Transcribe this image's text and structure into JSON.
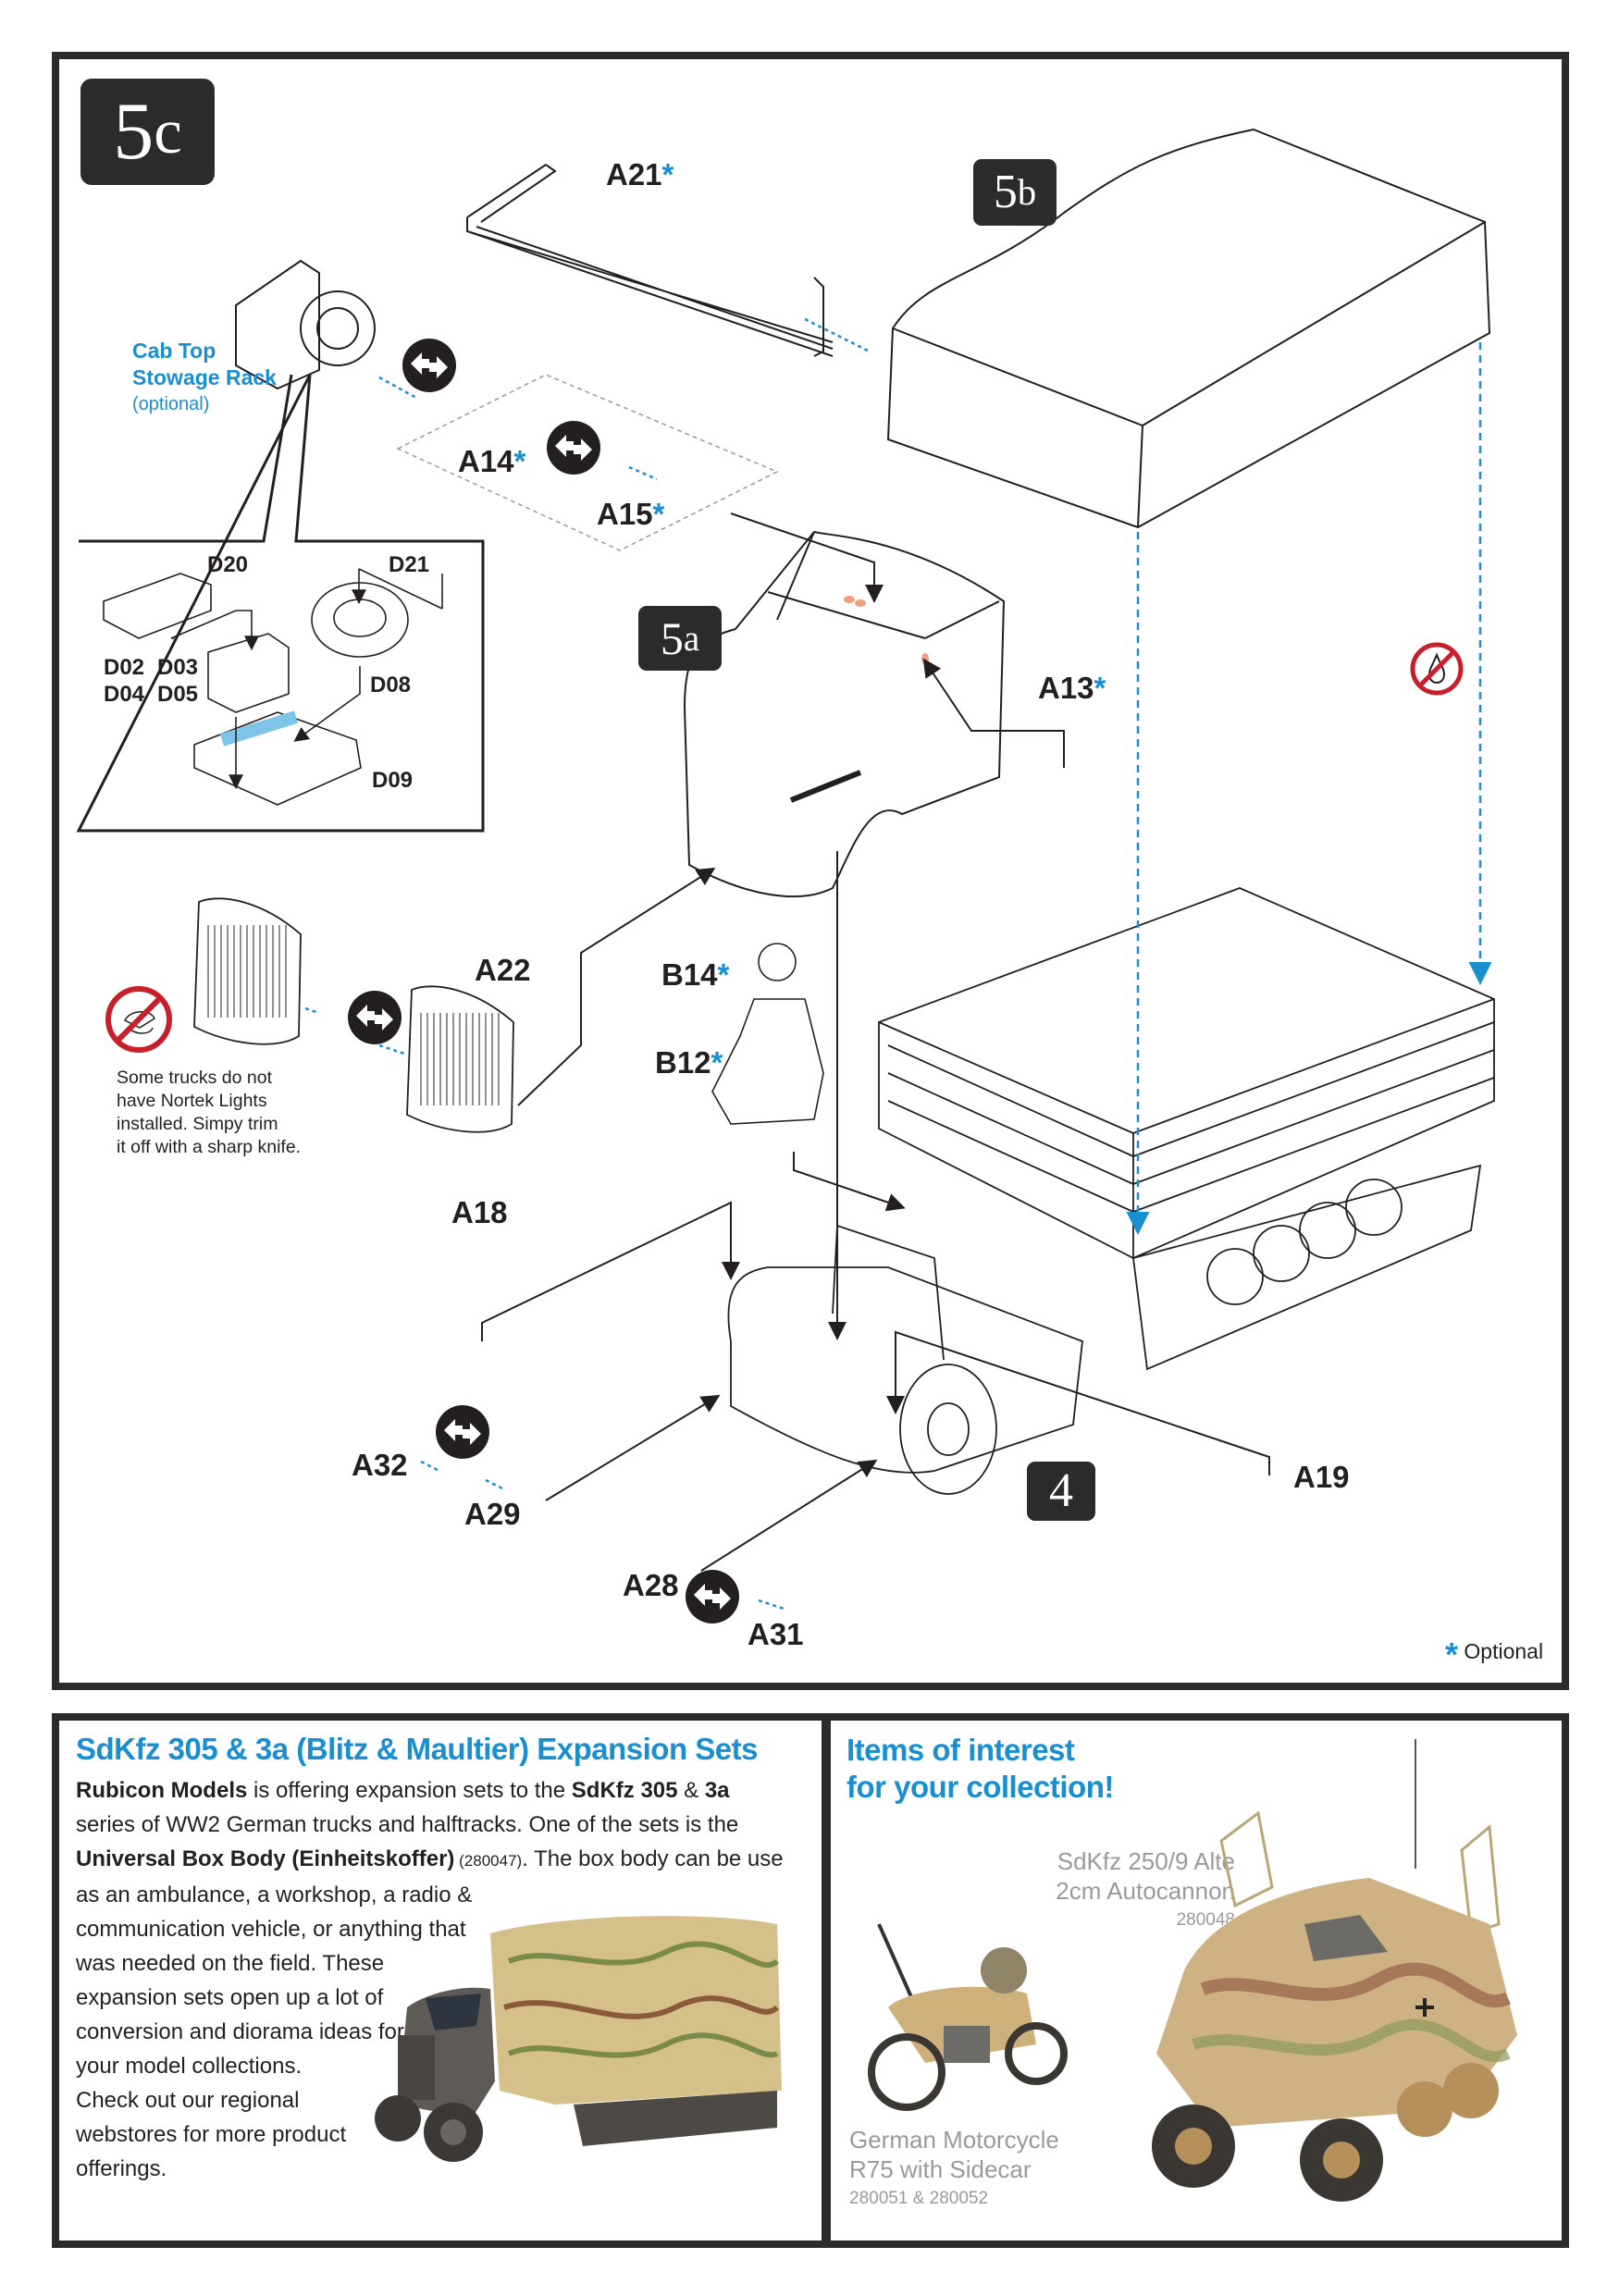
{
  "instructions": {
    "step_main": {
      "number": "5",
      "letter": "c"
    },
    "step_5b": {
      "number": "5",
      "letter": "b"
    },
    "step_5a": {
      "number": "5",
      "letter": "a"
    },
    "step_4": {
      "number": "4"
    },
    "optional_marker": "*",
    "parts": {
      "A21": "A21",
      "A14": "A14",
      "A15": "A15",
      "A13": "A13",
      "A22": "A22",
      "B14": "B14",
      "B12": "B12",
      "A18": "A18",
      "A32": "A32",
      "A29": "A29",
      "A28": "A28",
      "A31": "A31",
      "A19": "A19"
    },
    "rack": {
      "title_line1": "Cab Top",
      "title_line2": "Stowage Rack",
      "subtitle": "(optional)",
      "parts": {
        "D20": "D20",
        "D21": "D21",
        "D02": "D02",
        "D03": "D03",
        "D04": "D04",
        "D05": "D05",
        "D08": "D08",
        "D09": "D09"
      }
    },
    "note_lines": [
      "Some trucks do not",
      "have Nortek Lights",
      "installed.  Simpy trim",
      "it off with a sharp knife."
    ],
    "legend": {
      "symbol": "*",
      "label": "Optional"
    },
    "icons": {
      "alternative": "alternative-choice-icon",
      "no_glue": "no-glue-icon",
      "not_installed": "prohibited-light-icon"
    },
    "colors": {
      "accent": "#1a8fd0",
      "frame": "#2b2b2b",
      "prohibit": "#c8202b",
      "glue_mark": "#f0a080"
    }
  },
  "expansion": {
    "title": "SdKfz 305 & 3a (Blitz & Maultier) Expansion Sets",
    "para": {
      "brand": "Rubicon Models",
      "t1": " is offering expansion sets to the ",
      "model": "SdKfz 305",
      "t2": " & ",
      "model2": "3a",
      "t3": "series of WW2 German trucks and halftracks.  One of the sets is the",
      "product": "Universal Box Body (Einheitskoffer)",
      "code": " (280047)",
      "t4": ".  The box body can be use",
      "lines": [
        "as an ambulance, a workshop, a radio &",
        "communication vehicle, or anything that",
        "was needed on the field.  These",
        "expansion sets open up a lot of",
        "conversion and diorama ideas for",
        "your model collections.",
        "Check out our regional",
        "webstores for more product",
        "offerings."
      ]
    }
  },
  "items": {
    "title_line1": "Items of interest",
    "title_line2": "for your collection!",
    "product1": {
      "line1": "SdKfz 250/9 Alte",
      "line2": "2cm Autocannon",
      "code": "280048"
    },
    "product2": {
      "line1": "German Motorcycle",
      "line2": "R75 with Sidecar",
      "code": "280051 & 280052"
    }
  }
}
